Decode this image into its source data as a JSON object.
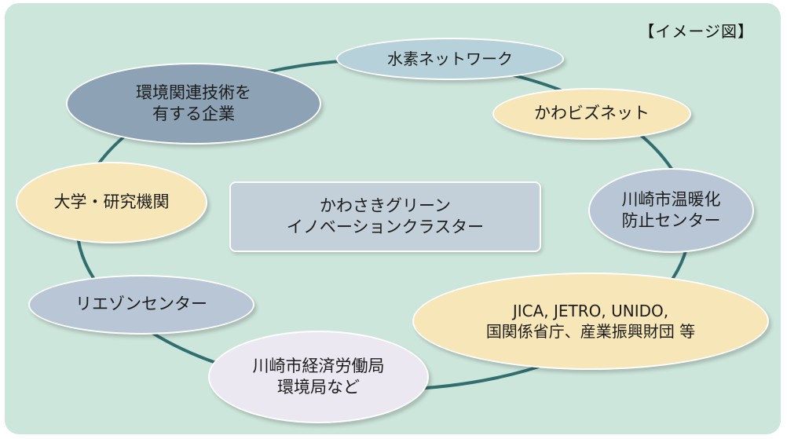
{
  "caption": "【イメージ図】",
  "center": {
    "line1": "かわさきグリーン",
    "line2": "イノベーションクラスター",
    "fill": "#c3d0d9"
  },
  "ring_color": "#336e6e",
  "nodes": {
    "hydrogen_network": {
      "lines": [
        "水素ネットワーク"
      ],
      "fill": "#b6d1d9"
    },
    "environment_companies": {
      "lines": [
        "環境関連技術を",
        "有する企業"
      ],
      "fill": "#8da2b5"
    },
    "kawa_biz_net": {
      "lines": [
        "かわビズネット"
      ],
      "fill": "#f6e6b8"
    },
    "warming_center": {
      "lines": [
        "川崎市温暖化",
        "防止センター"
      ],
      "fill": "#b8c6d6"
    },
    "universities": {
      "lines": [
        "大学・研究機関"
      ],
      "fill": "#f6e6b8"
    },
    "international": {
      "lines": [
        "JICA, JETRO, UNIDO,",
        "国関係省庁、産業振興財団 等"
      ],
      "fill": "#f6e6b8"
    },
    "liaison_center": {
      "lines": [
        "リエゾンセンター"
      ],
      "fill": "#b8c6d6"
    },
    "city_bureaus": {
      "lines": [
        "川崎市経済労働局",
        "環境局など"
      ],
      "fill": "#ebe8f1"
    }
  }
}
